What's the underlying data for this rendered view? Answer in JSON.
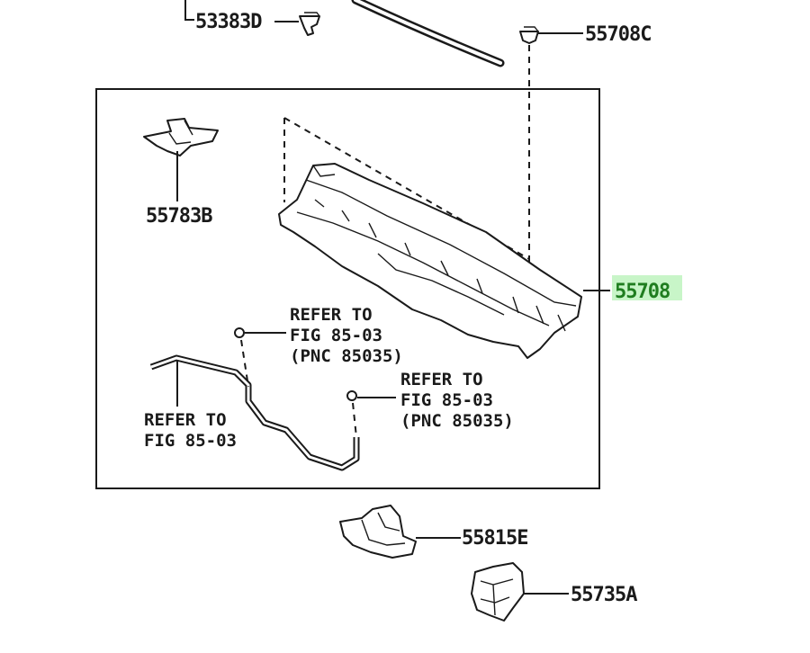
{
  "diagram": {
    "parts": [
      {
        "id": "p1",
        "label": "53383D"
      },
      {
        "id": "p2",
        "label": "55708C"
      },
      {
        "id": "p3",
        "label": "55783B"
      },
      {
        "id": "p4",
        "label": "55708",
        "highlighted": true
      },
      {
        "id": "p5",
        "label": "55815E"
      },
      {
        "id": "p6",
        "label": "55735A"
      }
    ],
    "references": [
      {
        "line1": "REFER TO",
        "line2": "FIG 85-03",
        "line3": "(PNC 85035)"
      },
      {
        "line1": "REFER TO",
        "line2": "FIG 85-03",
        "line3": "(PNC 85035)"
      },
      {
        "line1": "REFER TO",
        "line2": "FIG 85-03"
      }
    ],
    "colors": {
      "highlight_text": "#1f7d1f",
      "highlight_bg": "#c8f5c8",
      "ink": "#1a1a1a"
    }
  }
}
